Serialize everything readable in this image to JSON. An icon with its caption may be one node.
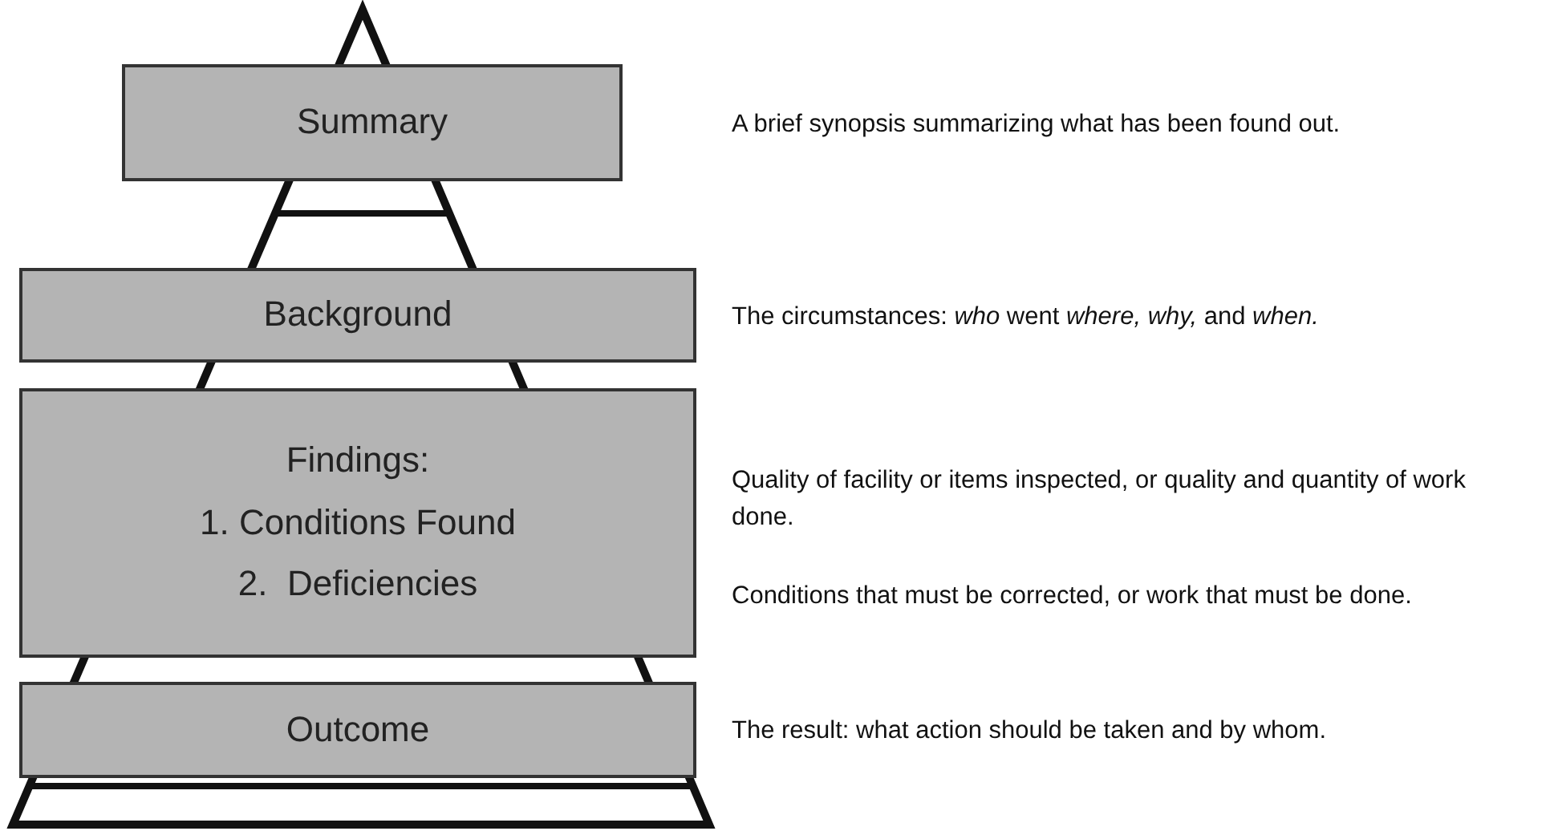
{
  "diagram": {
    "nodes": [
      {
        "text": [
          "Summary"
        ]
      },
      {
        "text": [
          "Background"
        ],
        "beside": [
          "The circumstances: *who* went *where, why,* and *when.*"
        ]
      },
      {
        "text": [
          "Findings:",
          "1. Conditions Found",
          "2.  Deficiencies"
        ],
        "beside": [
          "Quality of facility or items inspected, or quality and quantity of work done.",
          "Conditions that must be corrected, or work that must be done."
        ]
      },
      {
        "text": [
          "Outcome"
        ],
        "beside": [
          "The result: what action should be taken and by whom."
        ]
      }
    ],
    "labels": [
      "A brief synopsis summarizing what has been found out."
    ]
  }
}
